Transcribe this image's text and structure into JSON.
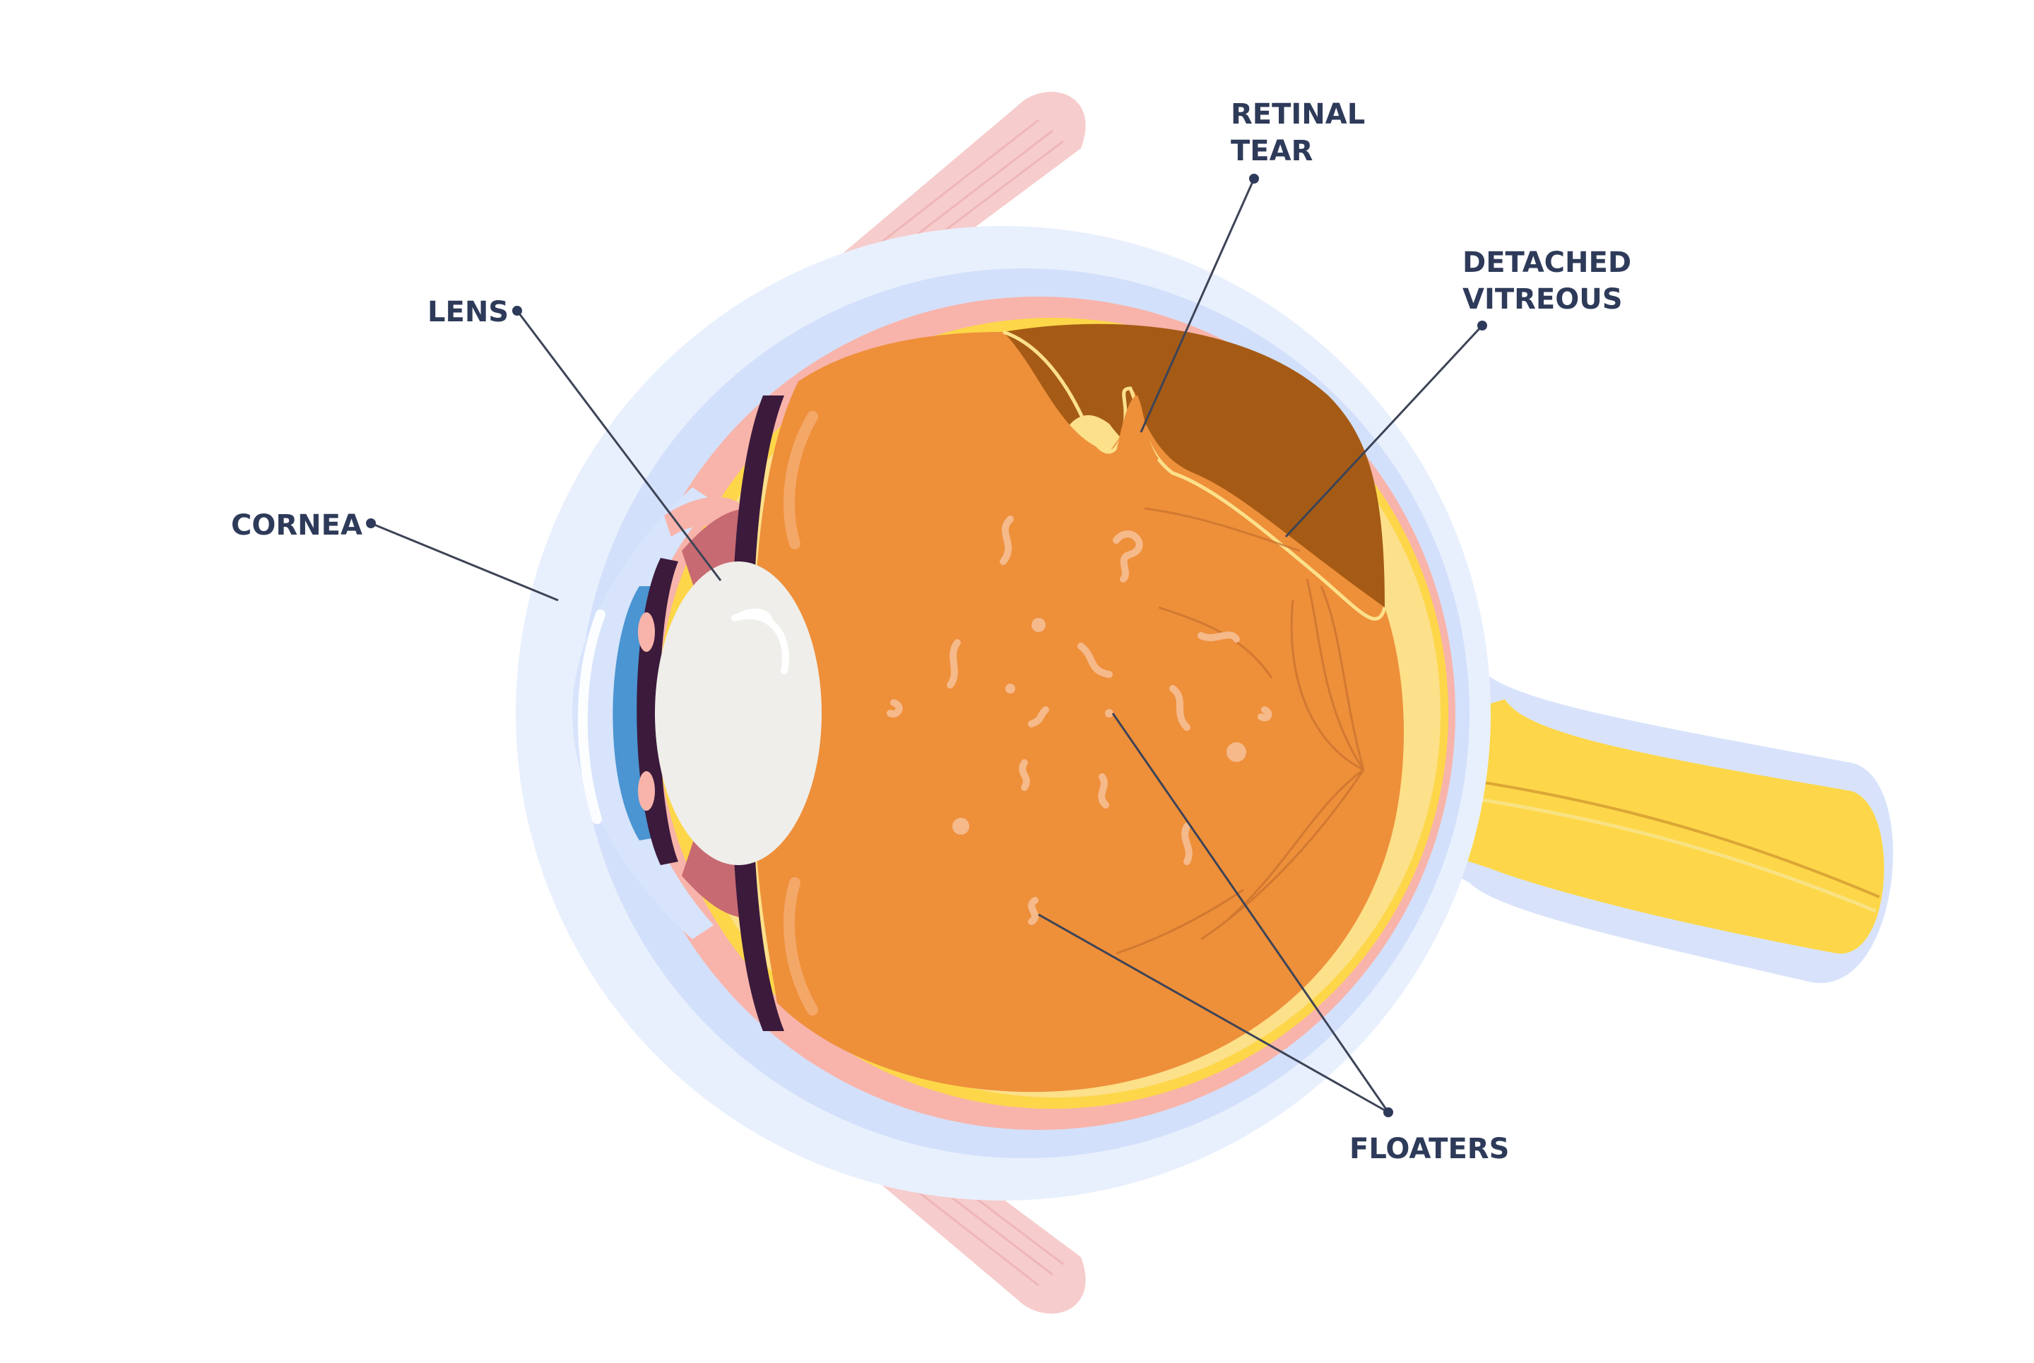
{
  "labels": {
    "retinal_tear": [
      "RETINAL",
      "TEAR"
    ],
    "detached_vitreous": [
      "DETACHED",
      "VITREOUS"
    ],
    "lens": "LENS",
    "cornea": "CORNEA",
    "floaters": "FLOATERS"
  },
  "colors": {
    "label_text": "#2e3a59",
    "leader_line": "#3d4457",
    "outer_halo": "#e9f0fd",
    "sclera_blue": "#d3e0fb",
    "choroid_pink": "#f8b4aa",
    "retina_yellow": "#fdd749",
    "vitreous_orange": "#ee8f3a",
    "detached_space": "#a55b15",
    "lens_white": "#efeeea",
    "iris_blue": "#4a95d2",
    "iris_dark": "#3b1a3c",
    "muscle_pink": "#f6cccc",
    "optic_nerve": "#fbd34a"
  },
  "icons": {
    "label_dot": "dot-icon"
  }
}
